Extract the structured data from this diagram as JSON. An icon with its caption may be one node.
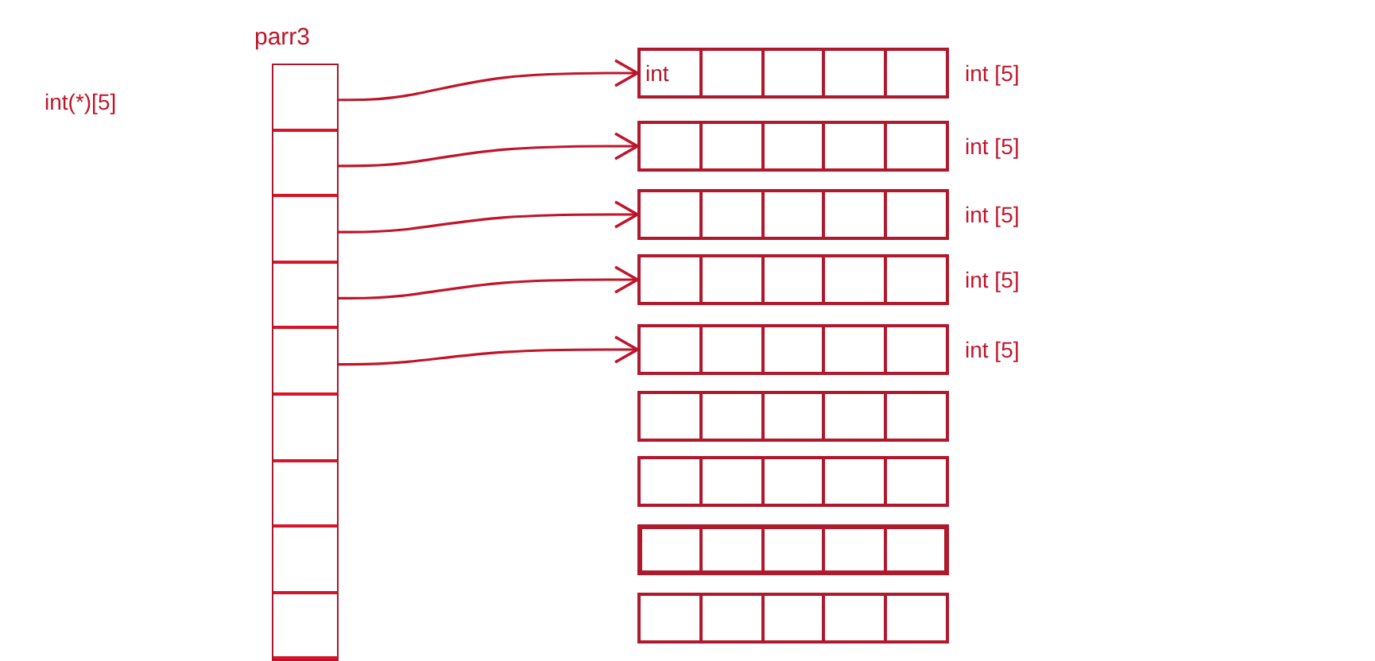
{
  "diagram": {
    "nodes": [
      {
        "text": [
          "parr3"
        ]
      },
      {
        "text": [],
        "shape": "box",
        "in": 0
      },
      {
        "text": [],
        "shape": "box",
        "in": 0
      },
      {
        "text": [],
        "shape": "box",
        "in": 0
      },
      {
        "text": [],
        "shape": "box",
        "in": 0
      },
      {
        "text": [],
        "shape": "box",
        "in": 0
      },
      {
        "text": [],
        "shape": "box",
        "in": 0
      },
      {
        "text": [],
        "shape": "box",
        "in": 0
      },
      {
        "text": [],
        "shape": "box",
        "in": 0
      },
      {
        "text": [],
        "shape": "box",
        "in": 0
      },
      {
        "text": [
          "int"
        ],
        "beside": [
          "int [5]"
        ]
      },
      {
        "text": [],
        "shape": "box",
        "beside": [
          "int [5]"
        ]
      },
      {
        "text": [],
        "shape": "box",
        "beside": [
          "int [5]"
        ]
      },
      {
        "text": [],
        "shape": "box",
        "beside": [
          "int [5]"
        ]
      },
      {
        "text": [],
        "shape": "box",
        "beside": [
          "int [5]"
        ]
      },
      {
        "text": [],
        "shape": "box"
      },
      {
        "text": [],
        "shape": "box"
      },
      {
        "text": [],
        "shape": "box"
      },
      {
        "text": [],
        "shape": "box"
      }
    ],
    "edges": [
      {
        "from": 1,
        "to": 10,
        "arrow": "to"
      },
      {
        "from": 2,
        "to": 11,
        "arrow": "to"
      },
      {
        "from": 3,
        "to": 12,
        "arrow": "to"
      },
      {
        "from": 4,
        "to": 13,
        "arrow": "to"
      },
      {
        "from": 5,
        "to": 14,
        "arrow": "to"
      }
    ],
    "labels": [
      "int(*)[5]"
    ]
  }
}
